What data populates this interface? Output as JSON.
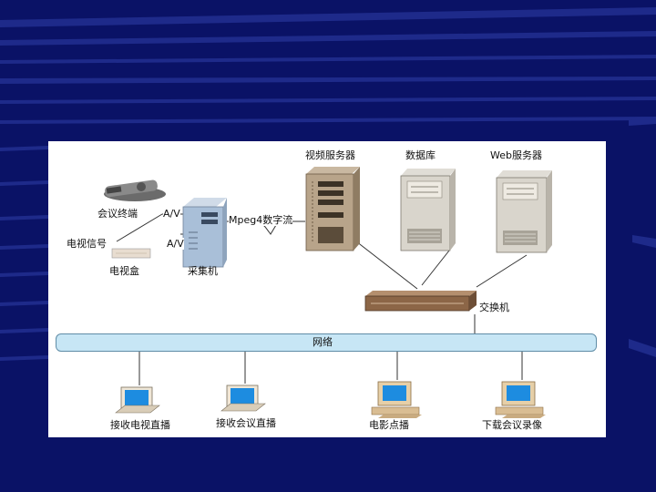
{
  "background": {
    "color": "#0a1266",
    "stripe_color": "#1e2a8a"
  },
  "diagram": {
    "labels": {
      "conference_terminal": "会议终端",
      "av_1": "A/V",
      "av_2": "A/V",
      "tv_signal": "电视信号",
      "tv_box": "电视盒",
      "capture_machine": "采集机",
      "mpeg_stream": "Mpeg4数字流",
      "video_server": "视频服务器",
      "database": "数据库",
      "web_server": "Web服务器",
      "switch": "交换机",
      "network": "网络",
      "client_live_tv": "接收电视直播",
      "client_live_meeting": "接收会议直播",
      "client_vod": "电影点播",
      "client_download": "下载会议录像"
    }
  }
}
